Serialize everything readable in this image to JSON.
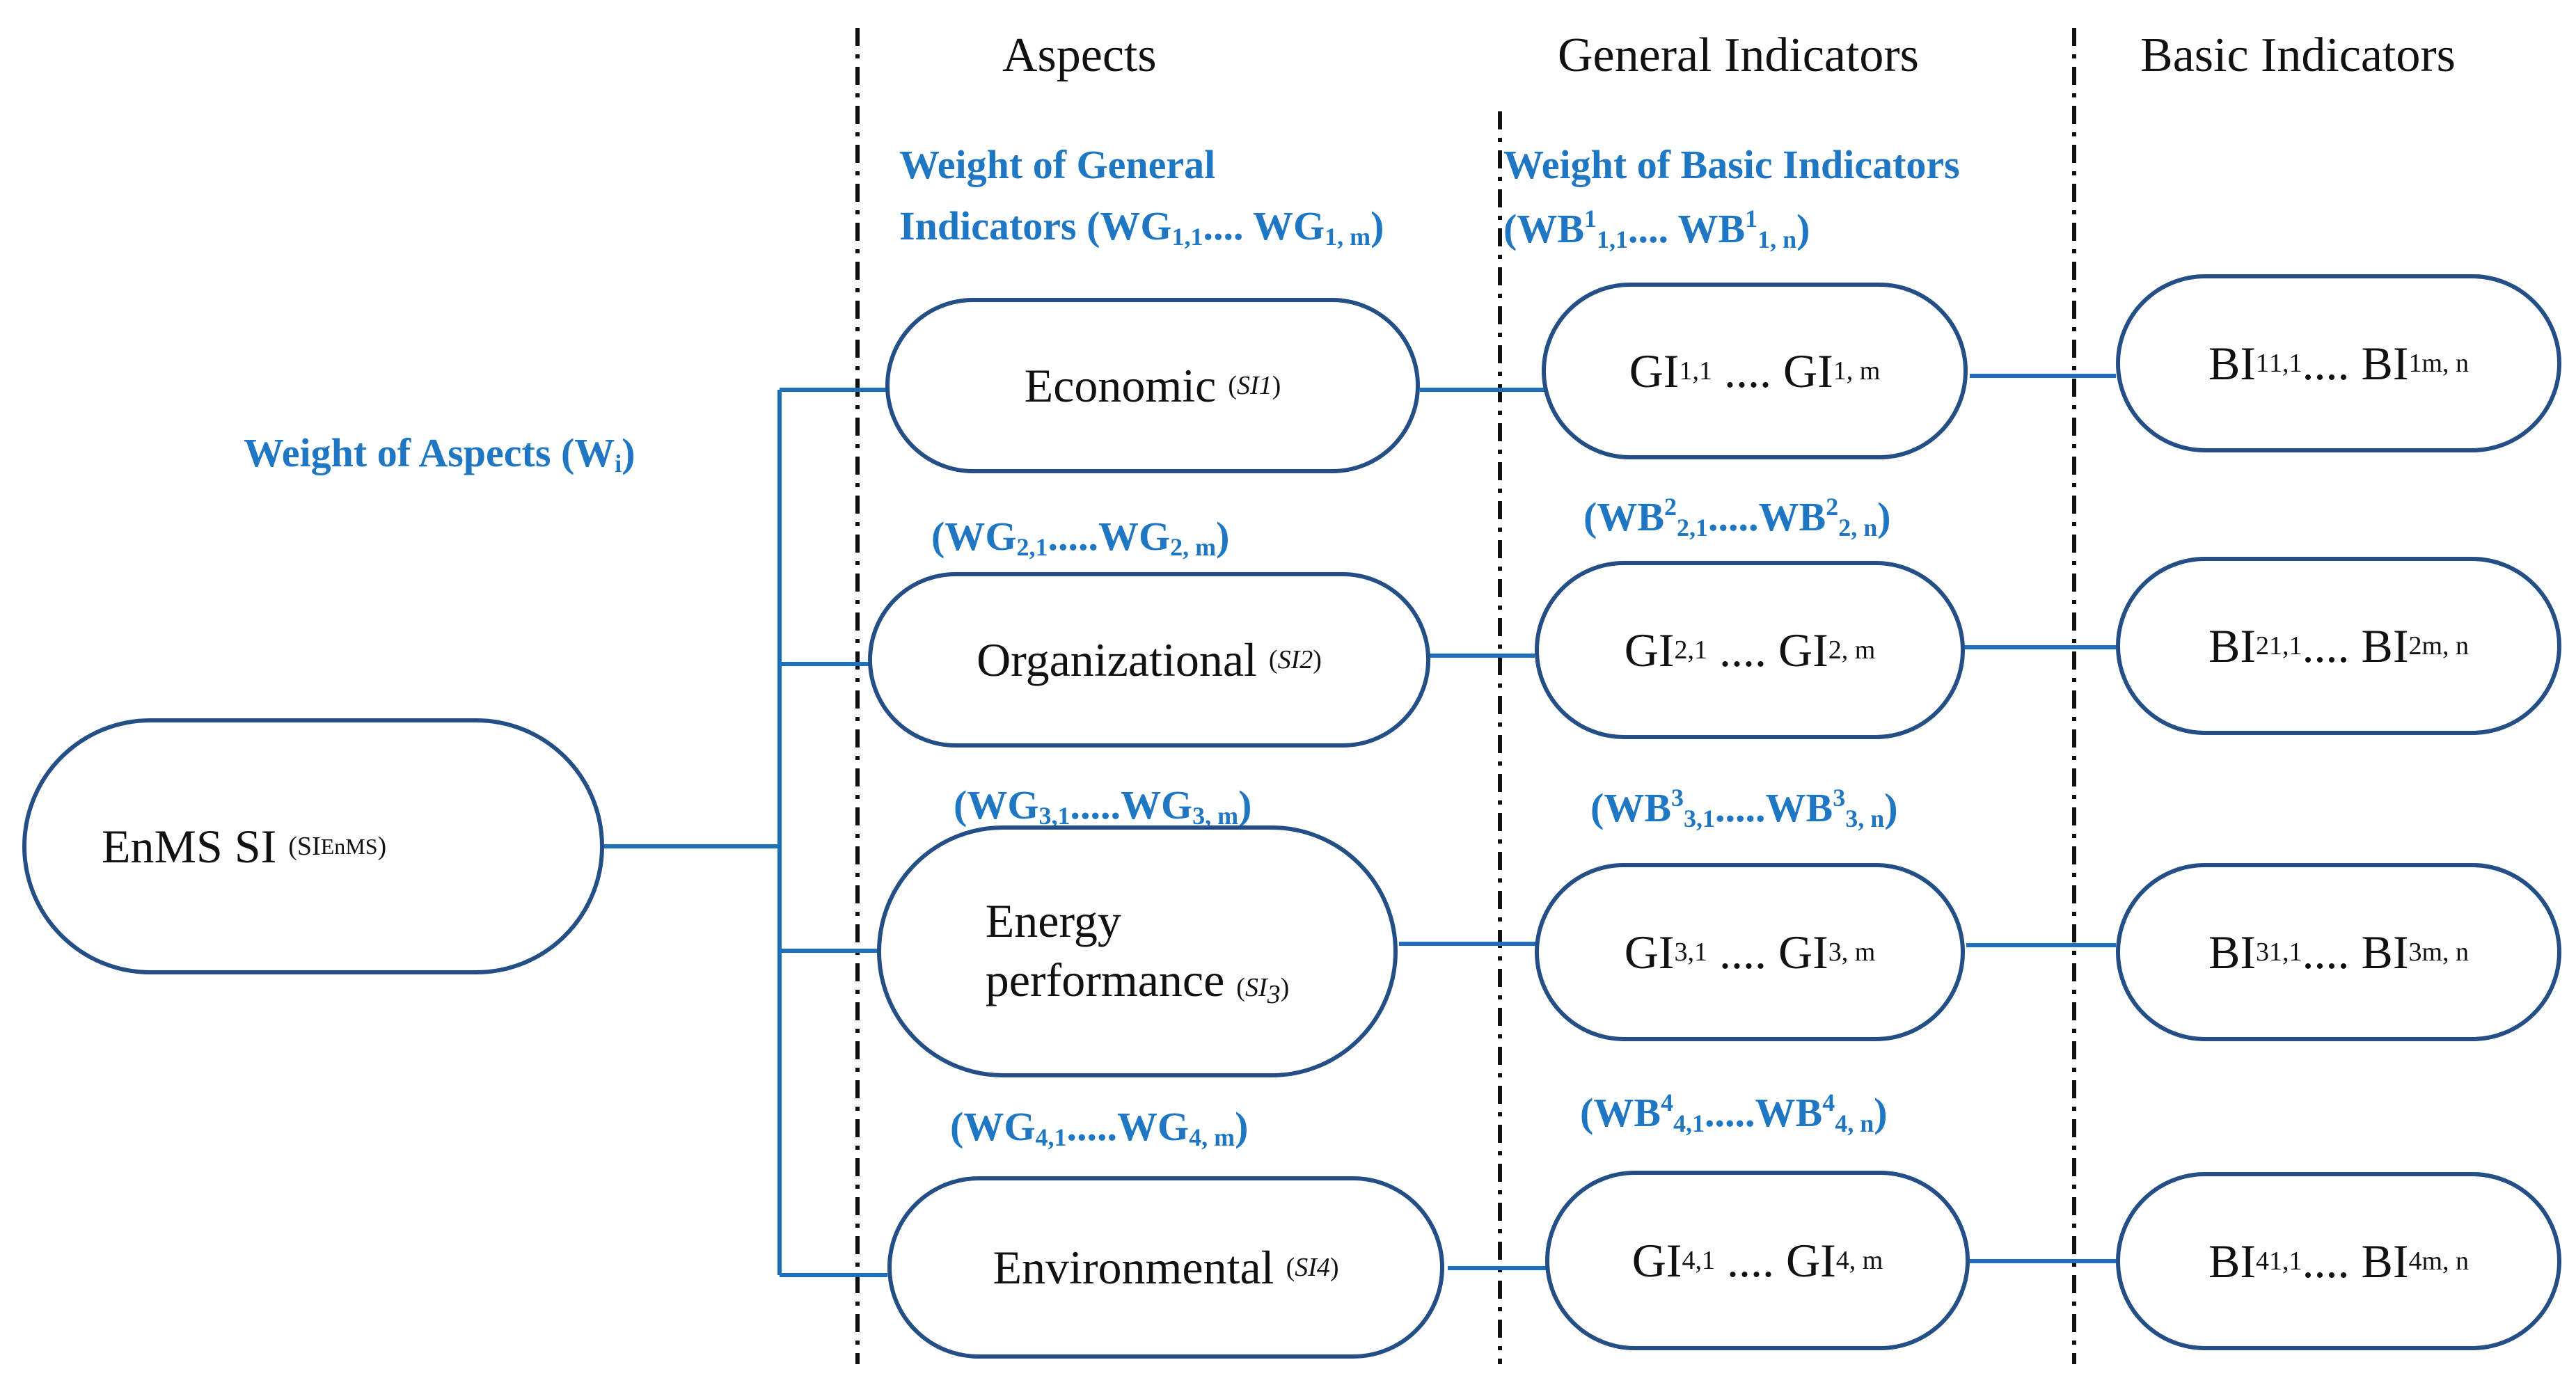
{
  "headers": {
    "aspects": "Aspects",
    "general_indicators": "General Indicators",
    "basic_indicators": "Basic Indicators"
  },
  "weights": {
    "aspects": "Weight of Aspects",
    "aspects_sym": "(W",
    "aspects_sub": "i",
    "aspects_close": ")",
    "general_title_1": "Weight of General",
    "general_title_2": "Indicators",
    "basic_title": "Weight of Basic Indicators",
    "wg_rows": [
      "1",
      "2",
      "3",
      "4"
    ],
    "wb_rows": [
      "1",
      "2",
      "3",
      "4"
    ]
  },
  "root": {
    "label": "EnMS SI",
    "sym_open": "(SI",
    "sym_sub": "EnMS",
    "sym_close": ")"
  },
  "aspects": [
    {
      "name": "Economic",
      "symbol": "SI",
      "index": "1"
    },
    {
      "name": "Organizational",
      "symbol": "SI",
      "index": "2"
    },
    {
      "name_line1": "Energy",
      "name_line2": "performance",
      "symbol": "SI",
      "index": "3"
    },
    {
      "name": "Environmental",
      "symbol": "SI",
      "index": "4"
    }
  ],
  "general_indicators": [
    {
      "prefix": "GI",
      "first_sub": "1,1",
      "dots": "....",
      "last_sub": "1, m"
    },
    {
      "prefix": "GI",
      "first_sub": "2,1",
      "dots": "....",
      "last_sub": "2, m"
    },
    {
      "prefix": "GI",
      "first_sub": "3,1",
      "dots": "....",
      "last_sub": "3, m"
    },
    {
      "prefix": "GI",
      "first_sub": "4,1",
      "dots": "....",
      "last_sub": "4, m"
    }
  ],
  "basic_indicators": [
    {
      "prefix": "BI",
      "sup": "1",
      "first_sub": "1,1",
      "dots": "....",
      "last_sub": "m, n"
    },
    {
      "prefix": "BI",
      "sup": "2",
      "first_sub": "1,1",
      "dots": "....",
      "last_sub": "m, n"
    },
    {
      "prefix": "BI",
      "sup": "3",
      "first_sub": "1,1",
      "dots": "....",
      "last_sub": "m, n"
    },
    {
      "prefix": "BI",
      "sup": "4",
      "first_sub": "1,1",
      "dots": "....",
      "last_sub": "m, n"
    }
  ],
  "colors": {
    "connector": "#1f6fc0",
    "node_border": "#234f86",
    "weight_text": "#1f77c4",
    "divider": "#111111"
  }
}
